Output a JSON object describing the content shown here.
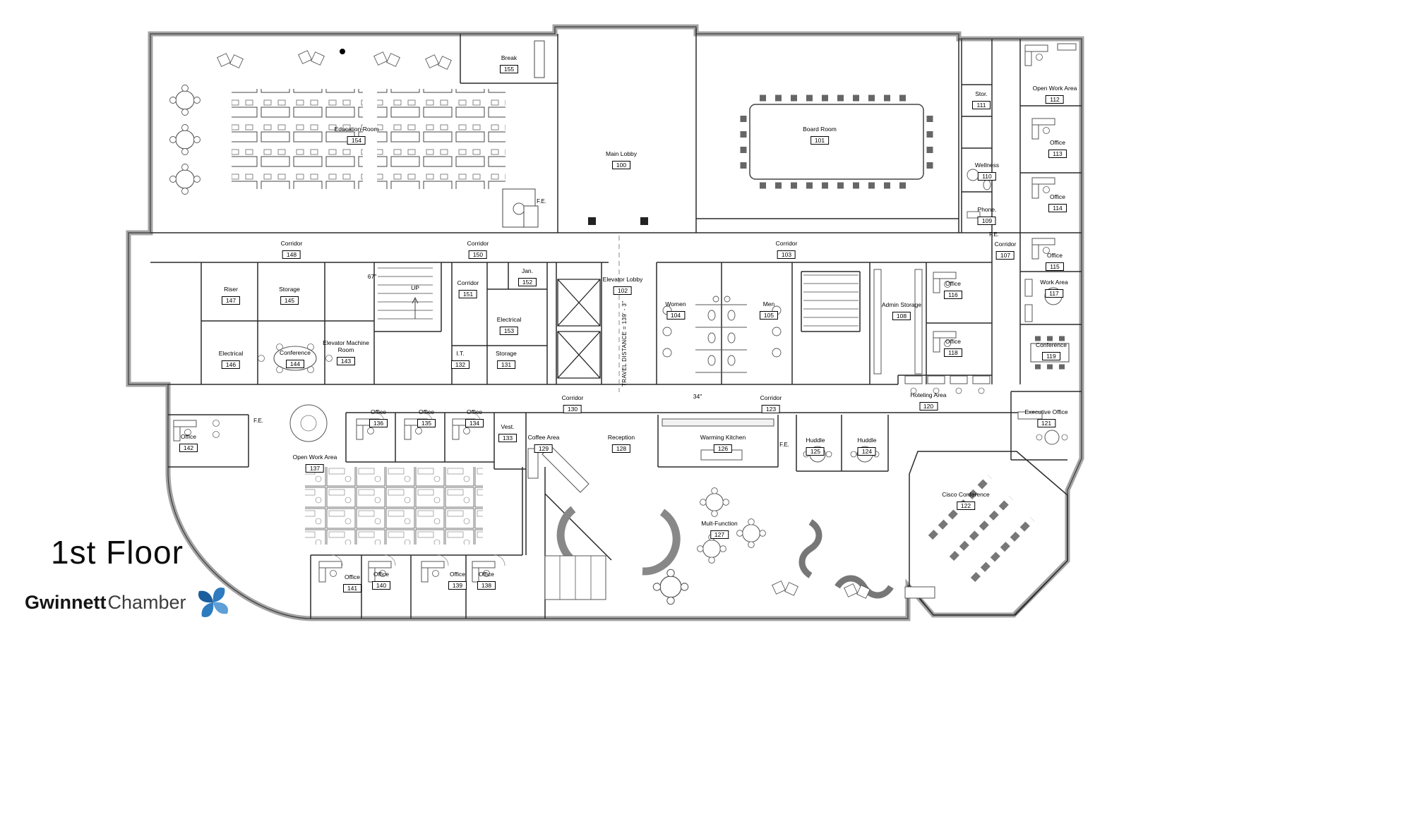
{
  "page_title": "1st Floor",
  "brand": {
    "name_bold": "Gwinnett",
    "name_light": "Chamber",
    "logo_color": "#2e7bbf"
  },
  "annotations": {
    "fe": "F.E.",
    "up": "UP",
    "dim_67": "67\"",
    "dim_34": "34\"",
    "travel_distance": "TRAVEL DISTANCE = 139' - 3\""
  },
  "rooms": {
    "r100": {
      "name": "Main Lobby",
      "num": "100"
    },
    "r101": {
      "name": "Board Room",
      "num": "101"
    },
    "r102": {
      "name": "Elevator Lobby",
      "num": "102"
    },
    "r103": {
      "name": "Corridor",
      "num": "103"
    },
    "r104": {
      "name": "Women",
      "num": "104"
    },
    "r105": {
      "name": "Men",
      "num": "105"
    },
    "r107": {
      "name": "Corridor",
      "num": "107"
    },
    "r108": {
      "name": "Admin Storage",
      "num": "108"
    },
    "r109": {
      "name": "Phone.",
      "num": "109"
    },
    "r110": {
      "name": "Wellness",
      "num": "110"
    },
    "r111": {
      "name": "Stor.",
      "num": "111"
    },
    "r112": {
      "name": "Open Work Area",
      "num": "112"
    },
    "r113": {
      "name": "Office",
      "num": "113"
    },
    "r114": {
      "name": "Office",
      "num": "114"
    },
    "r115": {
      "name": "Office",
      "num": "115"
    },
    "r116": {
      "name": "Office",
      "num": "116"
    },
    "r117": {
      "name": "Work Area",
      "num": "117"
    },
    "r118": {
      "name": "Office",
      "num": "118"
    },
    "r119": {
      "name": "Conference",
      "num": "119"
    },
    "r120": {
      "name": "Hoteling Area",
      "num": "120"
    },
    "r121": {
      "name": "Executive Office",
      "num": "121"
    },
    "r122": {
      "name": "Cisco Conference",
      "num": "122"
    },
    "r123": {
      "name": "Corridor",
      "num": "123"
    },
    "r124": {
      "name": "Huddle",
      "num": "124"
    },
    "r125": {
      "name": "Huddle",
      "num": "125"
    },
    "r126": {
      "name": "Warming Kitchen",
      "num": "126"
    },
    "r127": {
      "name": "Mult-Function",
      "num": "127"
    },
    "r128": {
      "name": "Reception",
      "num": "128"
    },
    "r129": {
      "name": "Coffee Area",
      "num": "129"
    },
    "r130": {
      "name": "Corridor",
      "num": "130"
    },
    "r131": {
      "name": "Storage",
      "num": "131"
    },
    "r132": {
      "name": "I.T.",
      "num": "132"
    },
    "r133": {
      "name": "Vest.",
      "num": "133"
    },
    "r134": {
      "name": "Office",
      "num": "134"
    },
    "r135": {
      "name": "Office",
      "num": "135"
    },
    "r136": {
      "name": "Office",
      "num": "136"
    },
    "r137": {
      "name": "Open Work Area",
      "num": "137"
    },
    "r138": {
      "name": "Office",
      "num": "138"
    },
    "r139": {
      "name": "Office",
      "num": "139"
    },
    "r140": {
      "name": "Office",
      "num": "140"
    },
    "r141": {
      "name": "Office",
      "num": "141"
    },
    "r142": {
      "name": "Office",
      "num": "142"
    },
    "r143": {
      "name": "Elevator Machine Room",
      "num": "143"
    },
    "r144": {
      "name": "Conference",
      "num": "144"
    },
    "r145": {
      "name": "Storage",
      "num": "145"
    },
    "r146": {
      "name": "Electrical",
      "num": "146"
    },
    "r147": {
      "name": "Riser",
      "num": "147"
    },
    "r148": {
      "name": "Corridor",
      "num": "148"
    },
    "r150": {
      "name": "Corridor",
      "num": "150"
    },
    "r151": {
      "name": "Corridor",
      "num": "151"
    },
    "r152": {
      "name": "Jan.",
      "num": "152"
    },
    "r153": {
      "name": "Electrical",
      "num": "153"
    },
    "r154": {
      "name": "Education Room",
      "num": "154"
    },
    "r155": {
      "name": "Break",
      "num": "155"
    }
  }
}
